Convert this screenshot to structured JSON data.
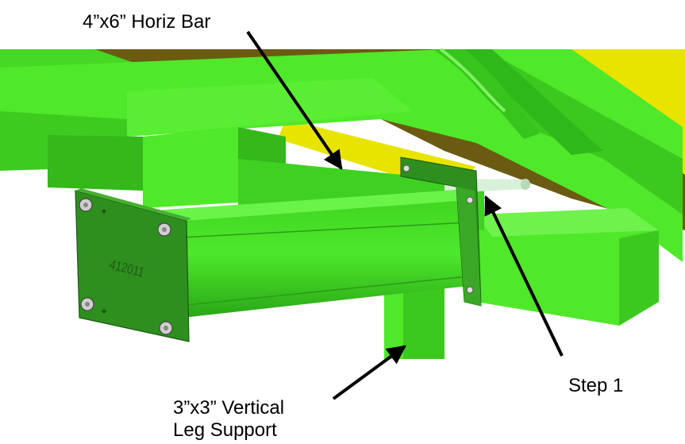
{
  "callouts": {
    "horiz_bar": "4”x6” Horiz Bar",
    "step": "Step 1",
    "leg_line1": "3”x3” Vertical",
    "leg_line2": "Leg Support"
  },
  "part_stamp": "412011",
  "colors": {
    "frame_green": "#4fe82a",
    "frame_green_dark": "#2fb81a",
    "plate_green": "#2e8f1f",
    "shadow_olive": "#6b5a12",
    "accent_yellow": "#e8e400",
    "arrow": "#000000"
  }
}
